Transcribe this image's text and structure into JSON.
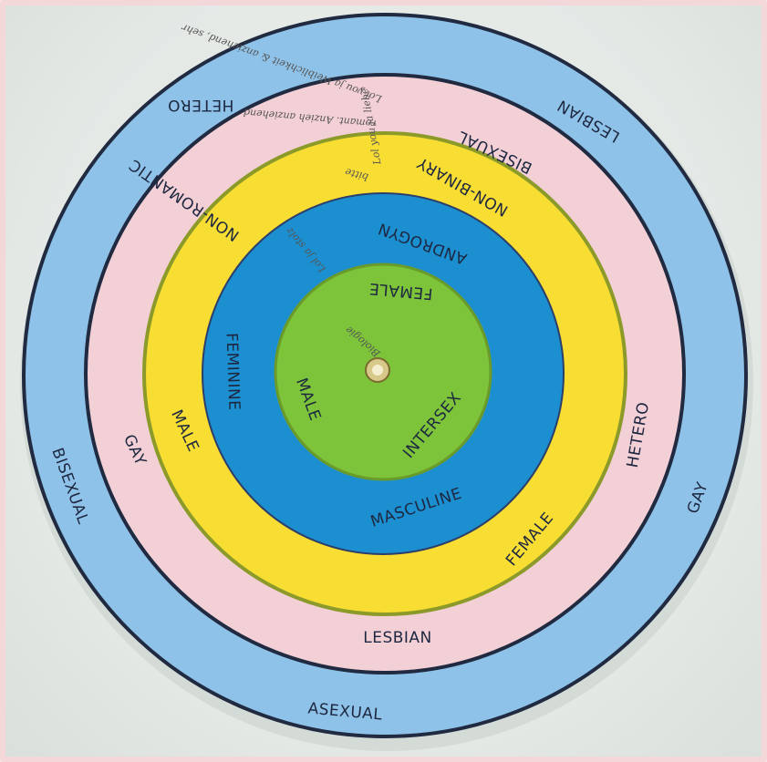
{
  "wheel": {
    "outer_ring": {
      "color": "#8fc2e8",
      "labels": {
        "top_left": "HETERO",
        "top_right": "LESBIAN",
        "left": "BISEXUAL",
        "right": "GAY",
        "bottom": "ASEXUAL"
      }
    },
    "pink_ring": {
      "color": "#f3cfd6",
      "labels": {
        "top_left": "NON-ROMANTIC",
        "top_right": "BISEXUAL",
        "left": "GAY",
        "right": "HETERO",
        "bottom": "LESBIAN"
      }
    },
    "yellow_ring": {
      "color": "#f8dd33",
      "labels": {
        "top": "NON-BINARY",
        "left": "MALE",
        "bottom_right": "FEMALE"
      }
    },
    "blue_ring": {
      "color": "#1c8fd0",
      "labels": {
        "top": "ANDROGYN",
        "left": "FEMININE",
        "bottom": "MASCULINE"
      }
    },
    "center": {
      "color": "#7dc43a",
      "labels": {
        "top": "FEMALE",
        "left": "MALE",
        "bottom_right": "INTERSEX"
      }
    },
    "handwriting": {
      "outer": "Lol you ja Weiblichkeit & anziehend, sehr",
      "pink_top": "romant. Anzieh anziehend",
      "pink_small": "Lol you ja liebe",
      "yellow_small": "bitte",
      "blue_small": "Lol ja stolz",
      "center": "Biologie"
    }
  }
}
